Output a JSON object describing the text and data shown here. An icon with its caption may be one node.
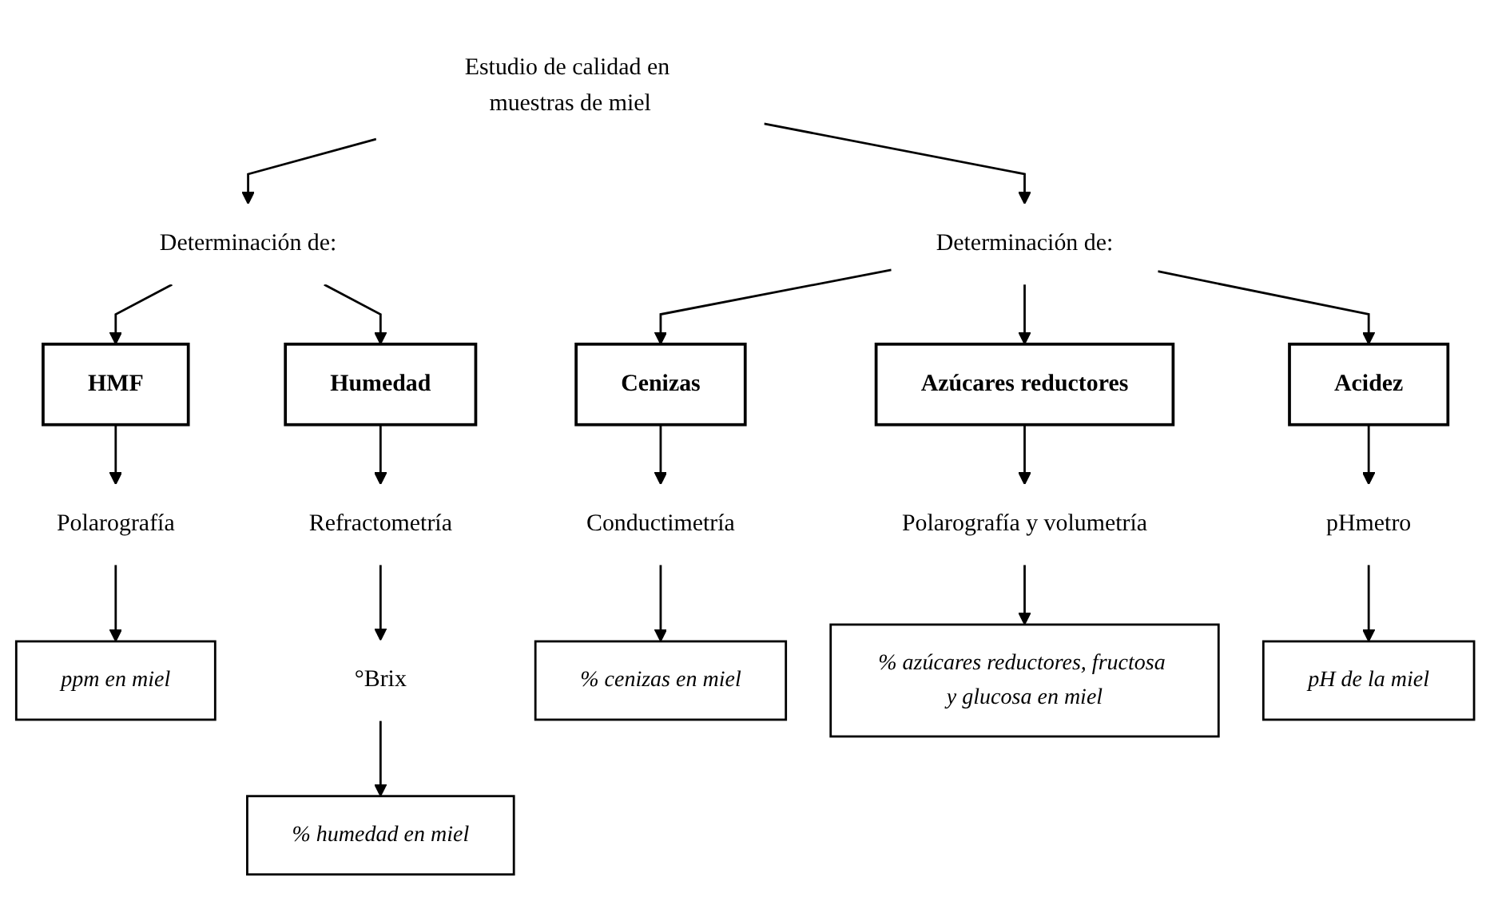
{
  "diagram": {
    "nodes": [
      {
        "text": [
          "Estudio de calidad en muestras de miel"
        ]
      },
      {
        "text": [
          "Determinación de:"
        ]
      },
      {
        "text": [
          "Determinación de:"
        ]
      },
      {
        "text": [
          "HMF"
        ]
      },
      {
        "text": [
          "Humedad"
        ]
      },
      {
        "text": [
          "Cenizas"
        ]
      },
      {
        "text": [
          "Azúcares reductores"
        ]
      },
      {
        "text": [
          "Acidez"
        ]
      },
      {
        "text": [
          "Polarografía"
        ]
      },
      {
        "text": [
          "Refractometría"
        ]
      },
      {
        "text": [
          "Conductimetría"
        ]
      },
      {
        "text": [
          "Polarografía y volumetría"
        ]
      },
      {
        "text": [
          "pHmetro"
        ]
      },
      {
        "text": [
          "ppm en miel"
        ]
      },
      {
        "text": [
          "°Brix"
        ]
      },
      {
        "text": [
          "% cenizas en miel"
        ]
      },
      {
        "text": [
          "% azúcares reductores, fructosa y glucosa en miel"
        ]
      },
      {
        "text": [
          "pH de la miel"
        ]
      },
      {
        "text": [
          "% humedad en miel"
        ]
      }
    ],
    "edges": [
      {
        "from": 0,
        "to": 1,
        "arrow": "to"
      },
      {
        "from": 0,
        "to": 2,
        "arrow": "to"
      },
      {
        "from": 1,
        "to": 3,
        "arrow": "to"
      },
      {
        "from": 1,
        "to": 4,
        "arrow": "to"
      },
      {
        "from": 2,
        "to": 5,
        "arrow": "to"
      },
      {
        "from": 2,
        "to": 6,
        "arrow": "to"
      },
      {
        "from": 2,
        "to": 7,
        "arrow": "to"
      },
      {
        "from": 3,
        "to": 8,
        "arrow": "to"
      },
      {
        "from": 4,
        "to": 9,
        "arrow": "to"
      },
      {
        "from": 5,
        "to": 10,
        "arrow": "to"
      },
      {
        "from": 6,
        "to": 11,
        "arrow": "to"
      },
      {
        "from": 7,
        "to": 12,
        "arrow": "to"
      },
      {
        "from": 8,
        "to": 13,
        "arrow": "to"
      },
      {
        "from": 9,
        "to": 14,
        "arrow": "to"
      },
      {
        "from": 10,
        "to": 15,
        "arrow": "to"
      },
      {
        "from": 11,
        "to": 16,
        "arrow": "to"
      },
      {
        "from": 12,
        "to": 17,
        "arrow": "to"
      },
      {
        "from": 14,
        "to": 18,
        "arrow": "to"
      }
    ]
  }
}
